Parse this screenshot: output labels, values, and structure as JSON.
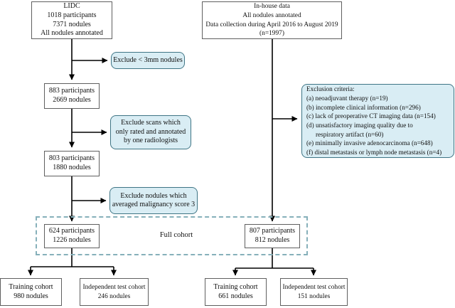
{
  "left": {
    "source": {
      "lines": [
        "LIDC",
        "1018 participants",
        "7371 nodules",
        "All nodules annotated"
      ]
    },
    "after_size_filter": {
      "lines": [
        "883 participants",
        "2669 nodules"
      ]
    },
    "after_reader_filter": {
      "lines": [
        "803 participants",
        "1880 nodules"
      ]
    },
    "full_cohort": {
      "lines": [
        "624 participants",
        "1226 nodules"
      ]
    },
    "training": {
      "lines": [
        "Training cohort",
        "980 nodules"
      ]
    },
    "test": {
      "lines": [
        "Independent test cohort",
        "246 nodules"
      ]
    },
    "exclude_size": {
      "lines": [
        "Exclude < 3mm nodules"
      ]
    },
    "exclude_reader": {
      "lines": [
        "Exclude scans which",
        "only rated and annotated",
        "by one radiologists"
      ]
    },
    "exclude_score": {
      "lines": [
        "Exclude nodules which",
        "averaged malignancy score 3"
      ]
    }
  },
  "right": {
    "source": {
      "lines": [
        "In-house data",
        "All nodules annotated",
        "Data collection during April 2016 to August 2019",
        "(n=1997)"
      ]
    },
    "full_cohort": {
      "lines": [
        "807 participants",
        "812 nodules"
      ]
    },
    "training": {
      "lines": [
        "Training cohort",
        "661 nodules"
      ]
    },
    "test": {
      "lines": [
        "Independent test cohort",
        "151 nodules"
      ]
    },
    "exclusion": {
      "lines": [
        "Exclusion criteria:",
        "(a) neoadjuvant therapy (n=19)",
        "(b) incomplete clinical information (n=296)",
        "(c) lack of preoperative CT imaging data (n=154)",
        "(d) unsatisfactory imaging quality due to",
        "respiratory artifact (n=60)",
        "(e) minimally invasive adenocarcinoma (n=648)",
        "(f) distal metastasis or lymph node metastasis (n=4)"
      ]
    }
  },
  "labels": {
    "full_cohort": "Full cohort"
  },
  "colors": {
    "note_fill": "#d9edf4",
    "note_border": "#3f7585",
    "dashed_border": "#86b0ba",
    "box_border": "#5f5f5f",
    "arrow": "#000000"
  }
}
